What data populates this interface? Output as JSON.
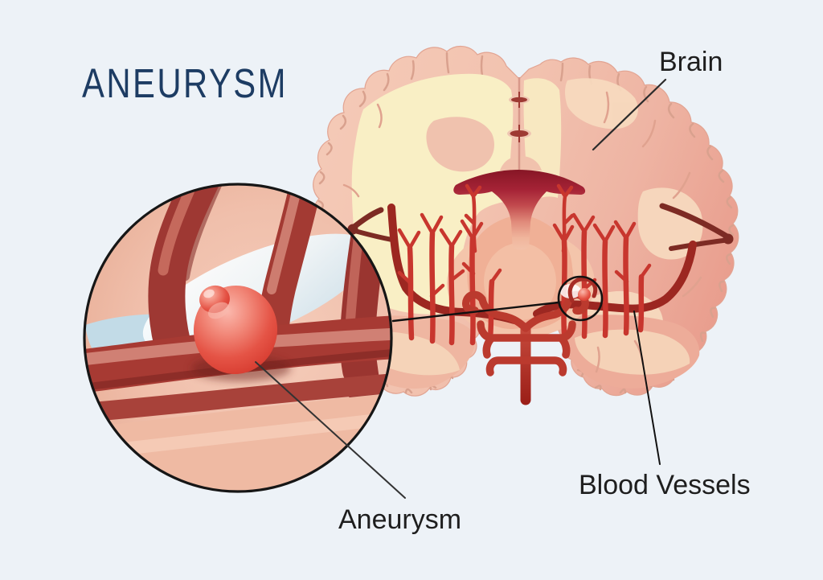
{
  "title": "ANEURYSM",
  "labels": {
    "brain": "Brain",
    "blood_vessels": "Blood Vessels",
    "aneurysm": "Aneurysm"
  },
  "colors": {
    "background": "#edf2f7",
    "title_text": "#1d3c63",
    "label_text": "#1e1e1e",
    "cortex_pink": "#f2c2ae",
    "cortex_pink_dark": "#eca195",
    "white_matter_cream": "#f9efc5",
    "ventricle_red": "#a32334",
    "vessel_bright_red": "#c8362e",
    "artery_maroon": "#9c2721",
    "aneurysm_red": "#e2453a",
    "inset_blue": "#c2dbe7",
    "outline_black": "#161616"
  }
}
